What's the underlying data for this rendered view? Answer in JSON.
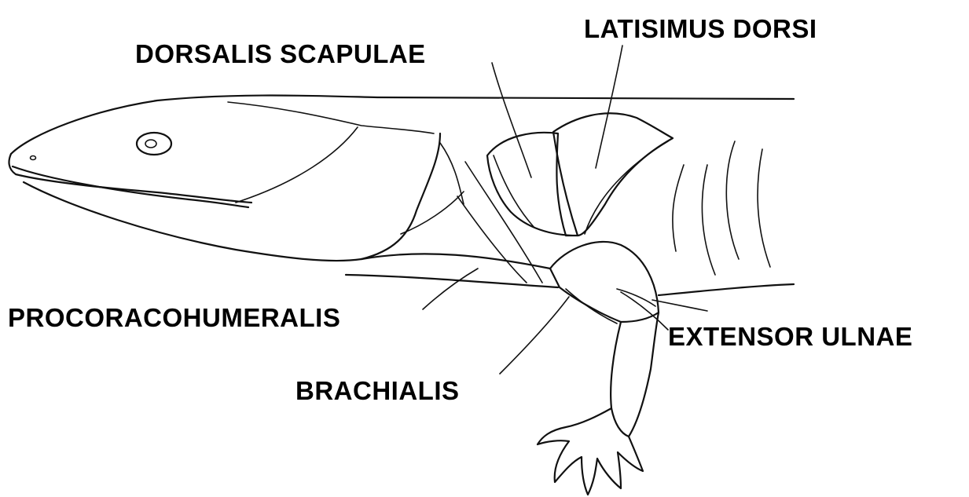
{
  "labels": {
    "dorsalis_scapulae": "DORSALIS SCAPULAE",
    "latisimus_dorsi": "LATISIMUS DORSI",
    "procoracohumeralis": "PROCORACOHUMERALIS",
    "extensor_ulnae": "EXTENSOR ULNAE",
    "brachialis": "BRACHIALIS"
  },
  "colors": {
    "ink": "#111111",
    "background": "#ffffff"
  }
}
